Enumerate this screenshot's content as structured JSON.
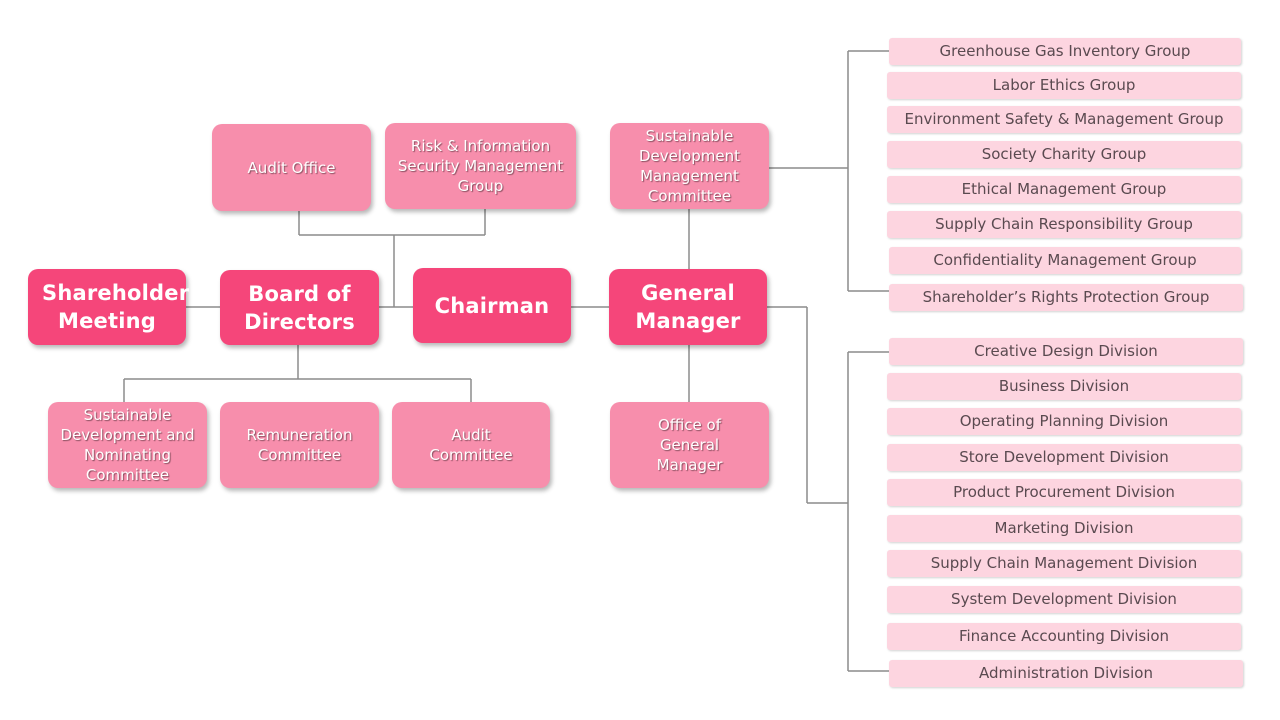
{
  "nodes": {
    "shareholder_meeting": "Shareholder Meeting",
    "board_of_directors": "Board of Directors",
    "chairman": "Chairman",
    "general_manager": "General Manager",
    "audit_office": "Audit Office",
    "risk_group": "Risk & Information Security Management Group",
    "sdm_committee": "Sustainable Development Management Committee",
    "sdn_committee": "Sustainable Development and Nominating Committee",
    "remuneration_committee": "Remuneration Committee",
    "audit_committee": "Audit Committee",
    "office_gm": "Office of General Manager"
  },
  "sustainability_groups": [
    "Greenhouse Gas Inventory Group",
    "Labor Ethics Group",
    "Environment Safety & Management Group",
    "Society Charity Group",
    "Ethical Management Group",
    "Supply Chain Responsibility Group",
    "Confidentiality Management Group",
    "Shareholder’s Rights Protection Group"
  ],
  "divisions": [
    "Creative Design Division",
    "Business Division",
    "Operating Planning Division",
    "Store Development Division",
    "Product Procurement Division",
    "Marketing Division",
    "Supply Chain Management Division",
    "System Development Division",
    "Finance Accounting Division",
    "Administration Division"
  ],
  "colors": {
    "primary": "#f5467a",
    "secondary": "#f78eac",
    "leaf": "#fdd5e0",
    "connector": "#8c8c8c"
  }
}
